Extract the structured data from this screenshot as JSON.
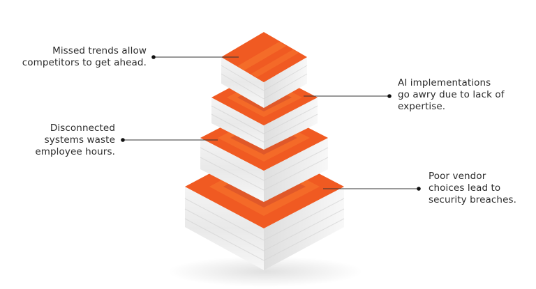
{
  "diagram": {
    "type": "stacked-isometric-layers",
    "colors": {
      "accent_orange": "#F05A22",
      "accent_orange_light": "#F7782E",
      "accent_orange_dark": "#D9532A",
      "side_white": "#F3F3F3",
      "side_shadow": "#DCDCDC",
      "text": "#2B2B2B",
      "leader_line": "#333333"
    },
    "callouts": [
      {
        "id": "layer-1",
        "side": "left",
        "lines": [
          "Missed trends allow",
          "competitors to get ahead."
        ]
      },
      {
        "id": "layer-2",
        "side": "right",
        "lines": [
          "AI implementations",
          "go awry due to lack of",
          "expertise."
        ]
      },
      {
        "id": "layer-3",
        "side": "left",
        "lines": [
          "Disconnected",
          "systems waste",
          "employee hours."
        ]
      },
      {
        "id": "layer-4",
        "side": "right",
        "lines": [
          "Poor vendor",
          "choices lead to",
          "security breaches."
        ]
      }
    ]
  }
}
